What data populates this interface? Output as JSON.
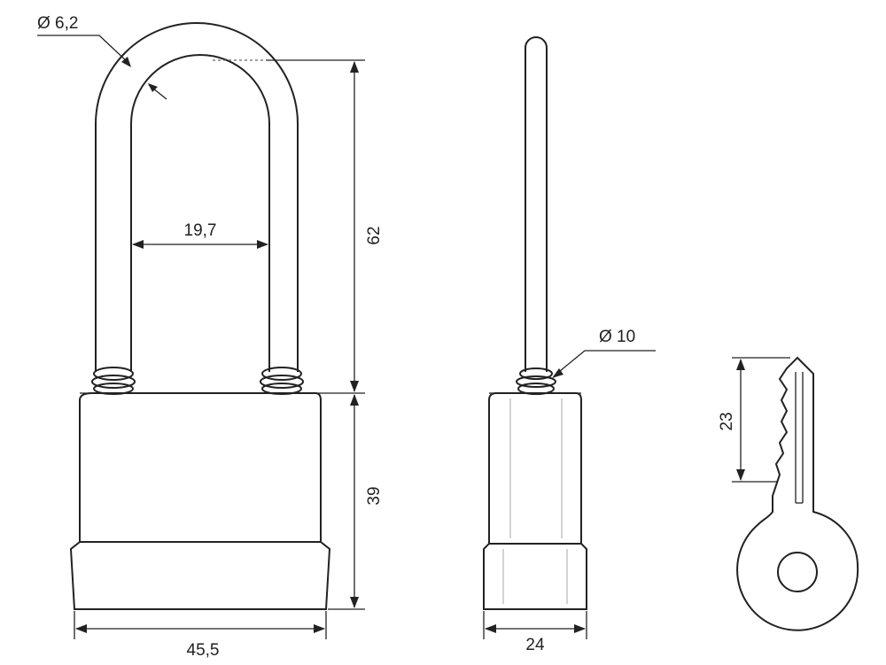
{
  "dimensions": {
    "shackle_wire_diameter": "Ø 6,2",
    "shackle_inner_width": "19,7",
    "shackle_height": "62",
    "body_height": "39",
    "body_width": "45,5",
    "side_shackle_diameter": "Ø 10",
    "side_depth": "24",
    "key_bit_length": "23"
  },
  "colors": {
    "line": "#222222",
    "accent_line": "#c8c8c8"
  }
}
